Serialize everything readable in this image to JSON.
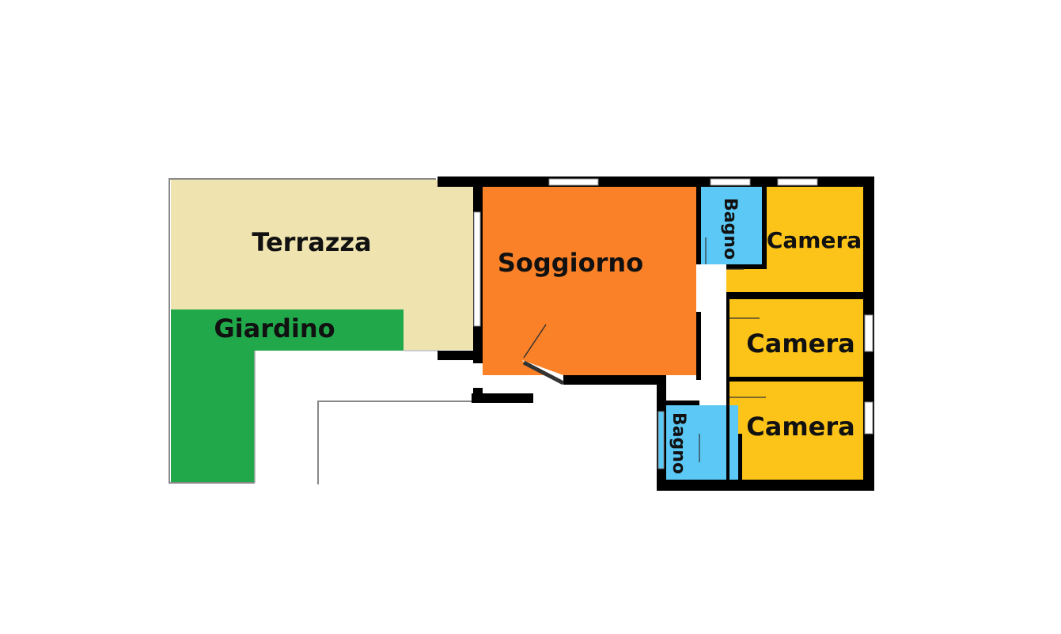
{
  "plan": {
    "rooms": [
      {
        "id": "terrazza",
        "label": "Terrazza",
        "type": "terrace",
        "color": "#efe3b0"
      },
      {
        "id": "giardino",
        "label": "Giardino",
        "type": "garden",
        "color": "#21a84a"
      },
      {
        "id": "soggiorno",
        "label": "Soggiorno",
        "type": "living-room",
        "color": "#fb8128"
      },
      {
        "id": "bagno-1",
        "label": "Bagno",
        "type": "bathroom",
        "color": "#5bc8f5"
      },
      {
        "id": "camera-1",
        "label": "Camera",
        "type": "bedroom",
        "color": "#fcc419"
      },
      {
        "id": "camera-2",
        "label": "Camera",
        "type": "bedroom",
        "color": "#fcc419"
      },
      {
        "id": "camera-3",
        "label": "Camera",
        "type": "bedroom",
        "color": "#fcc419"
      },
      {
        "id": "bagno-2",
        "label": "Bagno",
        "type": "bathroom",
        "color": "#5bc8f5"
      }
    ],
    "wall_color": "#000000",
    "background_color": "#ffffff"
  }
}
